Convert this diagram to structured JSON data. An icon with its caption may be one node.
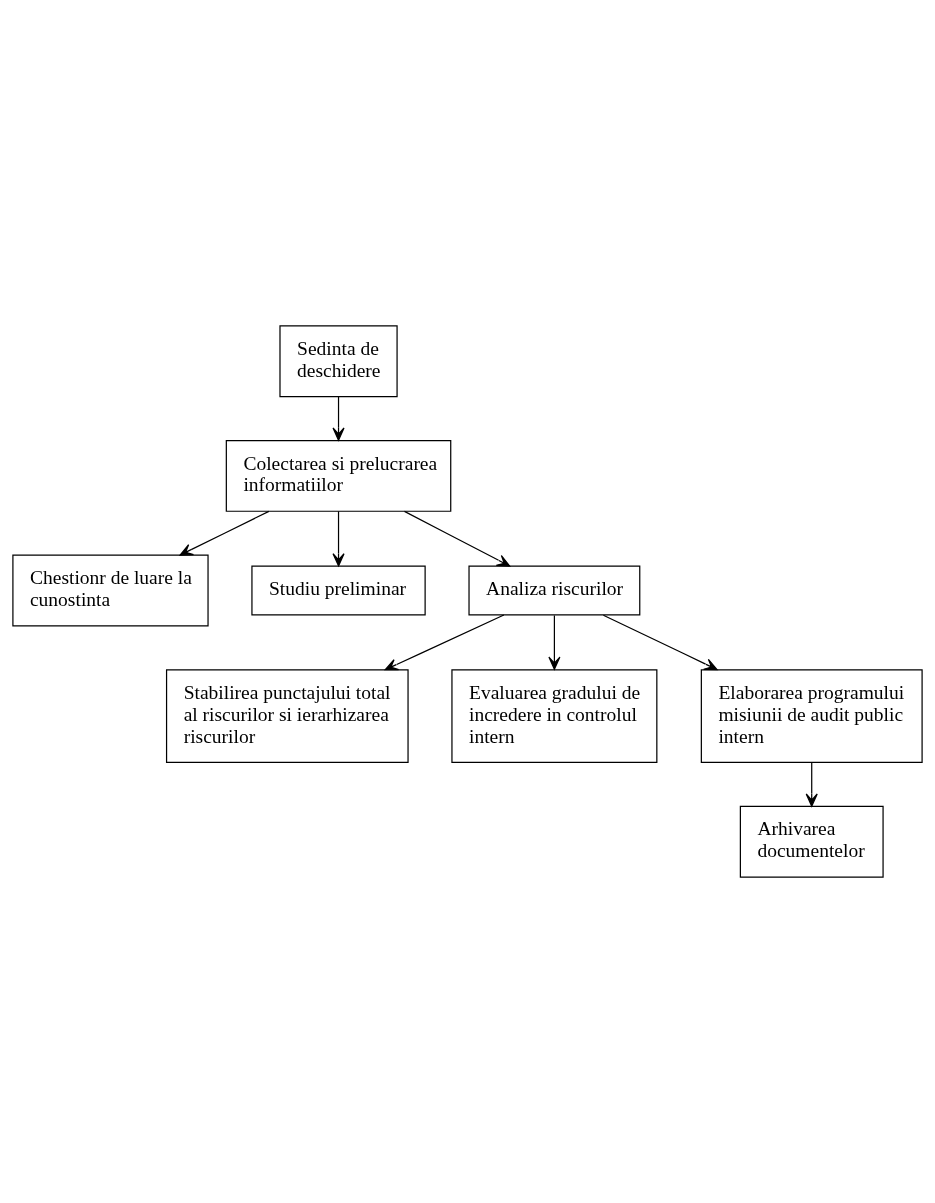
{
  "diagram": {
    "nodes": [
      {
        "text": [
          "Sedinta de deschidere"
        ]
      },
      {
        "text": [
          "Colectarea si prelucrarea informatiilor"
        ]
      },
      {
        "text": [
          "Chestionr de luare la cunostinta"
        ]
      },
      {
        "text": [
          "Studiu preliminar"
        ]
      },
      {
        "text": [
          "Analiza riscurilor"
        ]
      },
      {
        "text": [
          "Stabilirea punctajului total al riscurilor si ierarhizarea riscurilor"
        ]
      },
      {
        "text": [
          "Evaluarea gradului de incredere in controlul intern"
        ]
      },
      {
        "text": [
          "Elaborarea programului misiunii de audit public intern"
        ]
      },
      {
        "text": [
          "Arhivarea documentelor"
        ]
      }
    ],
    "edges": [
      {
        "from": 0,
        "to": 1,
        "arrow": "to"
      },
      {
        "from": 1,
        "to": 2,
        "arrow": "to"
      },
      {
        "from": 1,
        "to": 3,
        "arrow": "to"
      },
      {
        "from": 1,
        "to": 4,
        "arrow": "to"
      },
      {
        "from": 4,
        "to": 5,
        "arrow": "to"
      },
      {
        "from": 4,
        "to": 6,
        "arrow": "to"
      },
      {
        "from": 4,
        "to": 7,
        "arrow": "to"
      },
      {
        "from": 7,
        "to": 8,
        "arrow": "to"
      }
    ]
  }
}
